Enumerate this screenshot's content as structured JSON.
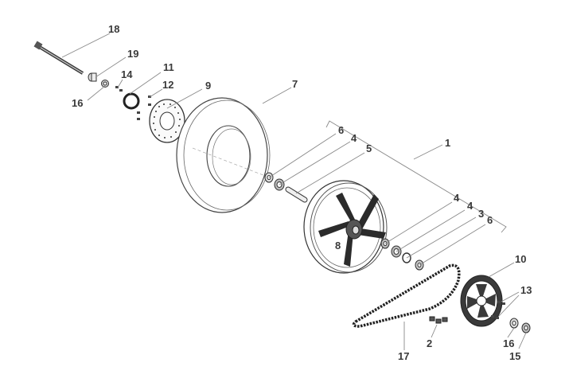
{
  "callouts": {
    "c1": "1",
    "c2": "2",
    "c3": "3",
    "c4a": "4",
    "c4b": "4",
    "c4c": "4",
    "c5": "5",
    "c6a": "6",
    "c6b": "6",
    "c7": "7",
    "c8": "8",
    "c9": "9",
    "c10": "10",
    "c11": "11",
    "c12": "12",
    "c13": "13",
    "c14": "14",
    "c15": "15",
    "c16a": "16",
    "c16b": "16",
    "c17": "17",
    "c18": "18",
    "c19": "19"
  }
}
